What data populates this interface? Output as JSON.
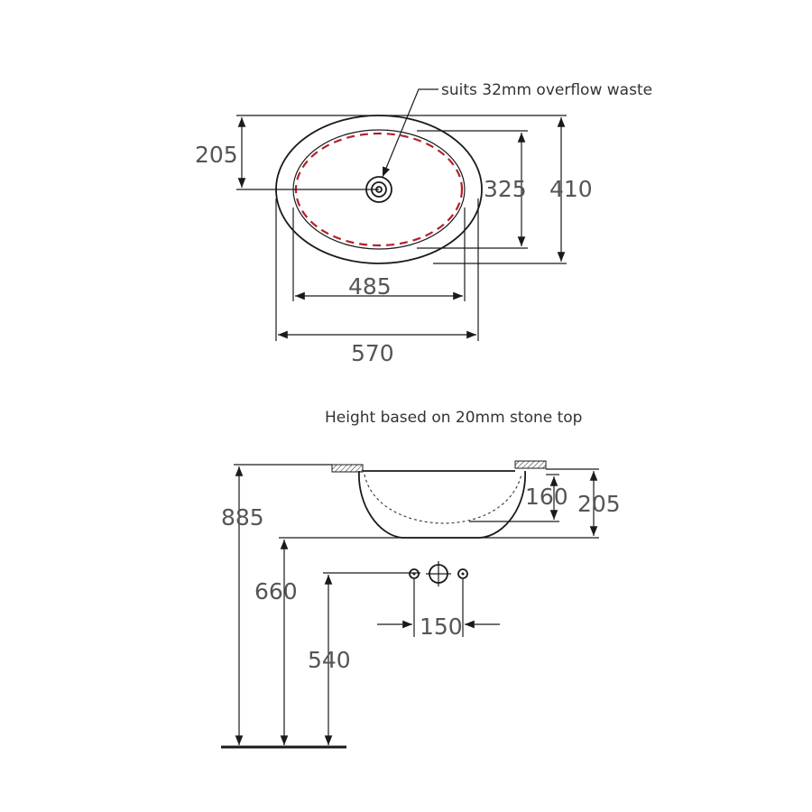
{
  "plan_view": {
    "overflow_note": "suits 32mm overflow waste",
    "dim_overflow_from_edge": "205",
    "dim_inner_depth": "325",
    "dim_outer_depth": "410",
    "dim_inner_width": "485",
    "dim_outer_width": "570"
  },
  "side_view": {
    "height_note": "Height based on 20mm stone top",
    "dim_total_height": "885",
    "dim_bowl_bottom_height": "660",
    "dim_tap_height": "540",
    "dim_bowl_inner_depth": "160",
    "dim_bowl_outer_depth": "205",
    "dim_tap_spacing": "150"
  },
  "colors": {
    "line": "#1a1a1a",
    "dimension_text": "#555555",
    "inner_outline_dashed": "#b5202a"
  }
}
